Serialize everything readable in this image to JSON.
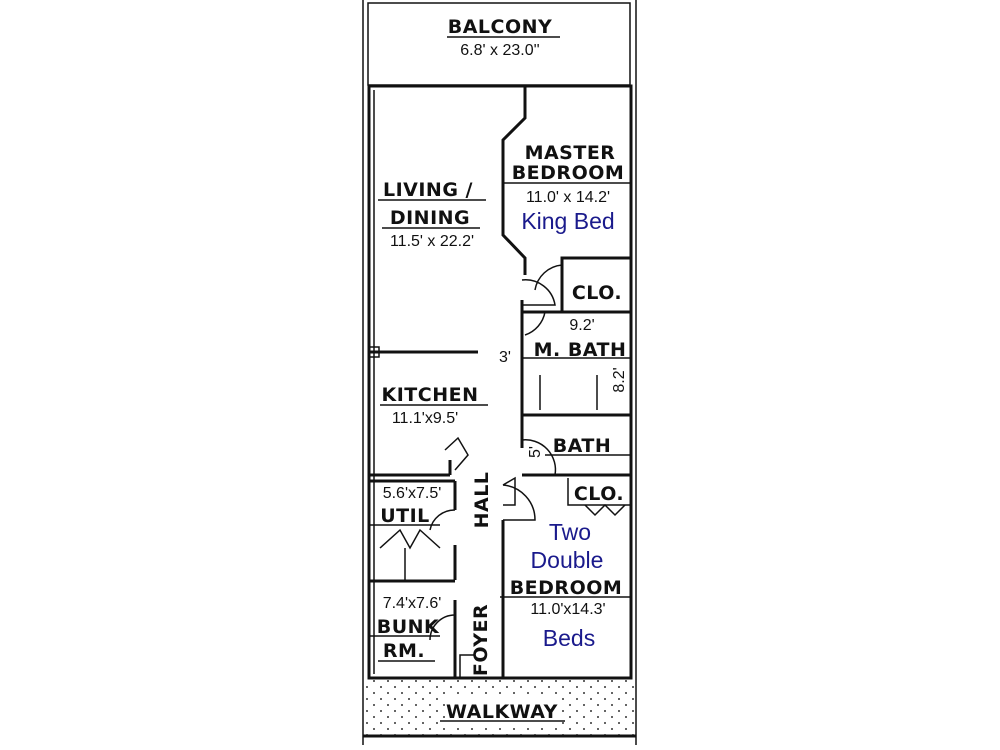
{
  "rooms": {
    "balcony": {
      "name": "BALCONY",
      "size": "6.8' x 23.0''"
    },
    "living": {
      "name_line1": "LIVING /",
      "name_line2": "DINING",
      "size": "11.5' x 22.2'"
    },
    "master": {
      "name_line1": "MASTER",
      "name_line2": "BEDROOM",
      "size": "11.0' x 14.2'",
      "bed": "King Bed"
    },
    "closet_master": {
      "name": "CLO."
    },
    "master_bath": {
      "name": "M. BATH",
      "width": "9.2'",
      "depth": "8.2'"
    },
    "hall_width": "3'",
    "kitchen": {
      "name": "KITCHEN",
      "size": "11.1'x9.5'"
    },
    "bath": {
      "name": "BATH",
      "dim": "5'"
    },
    "closet_second": {
      "name": "CLO."
    },
    "hall": {
      "name": "HALL"
    },
    "util": {
      "name": "UTIL",
      "size": "5.6'x7.5'"
    },
    "second": {
      "bed_line1": "Two",
      "bed_line2": "Double",
      "name": "BEDROOM",
      "size": "11.0'x14.3'",
      "bed_line3": "Beds"
    },
    "bunk": {
      "name_line1": "BUNK",
      "name_line2": "RM.",
      "size": "7.4'x7.6'"
    },
    "foyer": {
      "name": "FOYER"
    },
    "walkway": {
      "name": "WALKWAY"
    }
  },
  "colors": {
    "accent": "#1a1a8c",
    "line": "#111111"
  }
}
